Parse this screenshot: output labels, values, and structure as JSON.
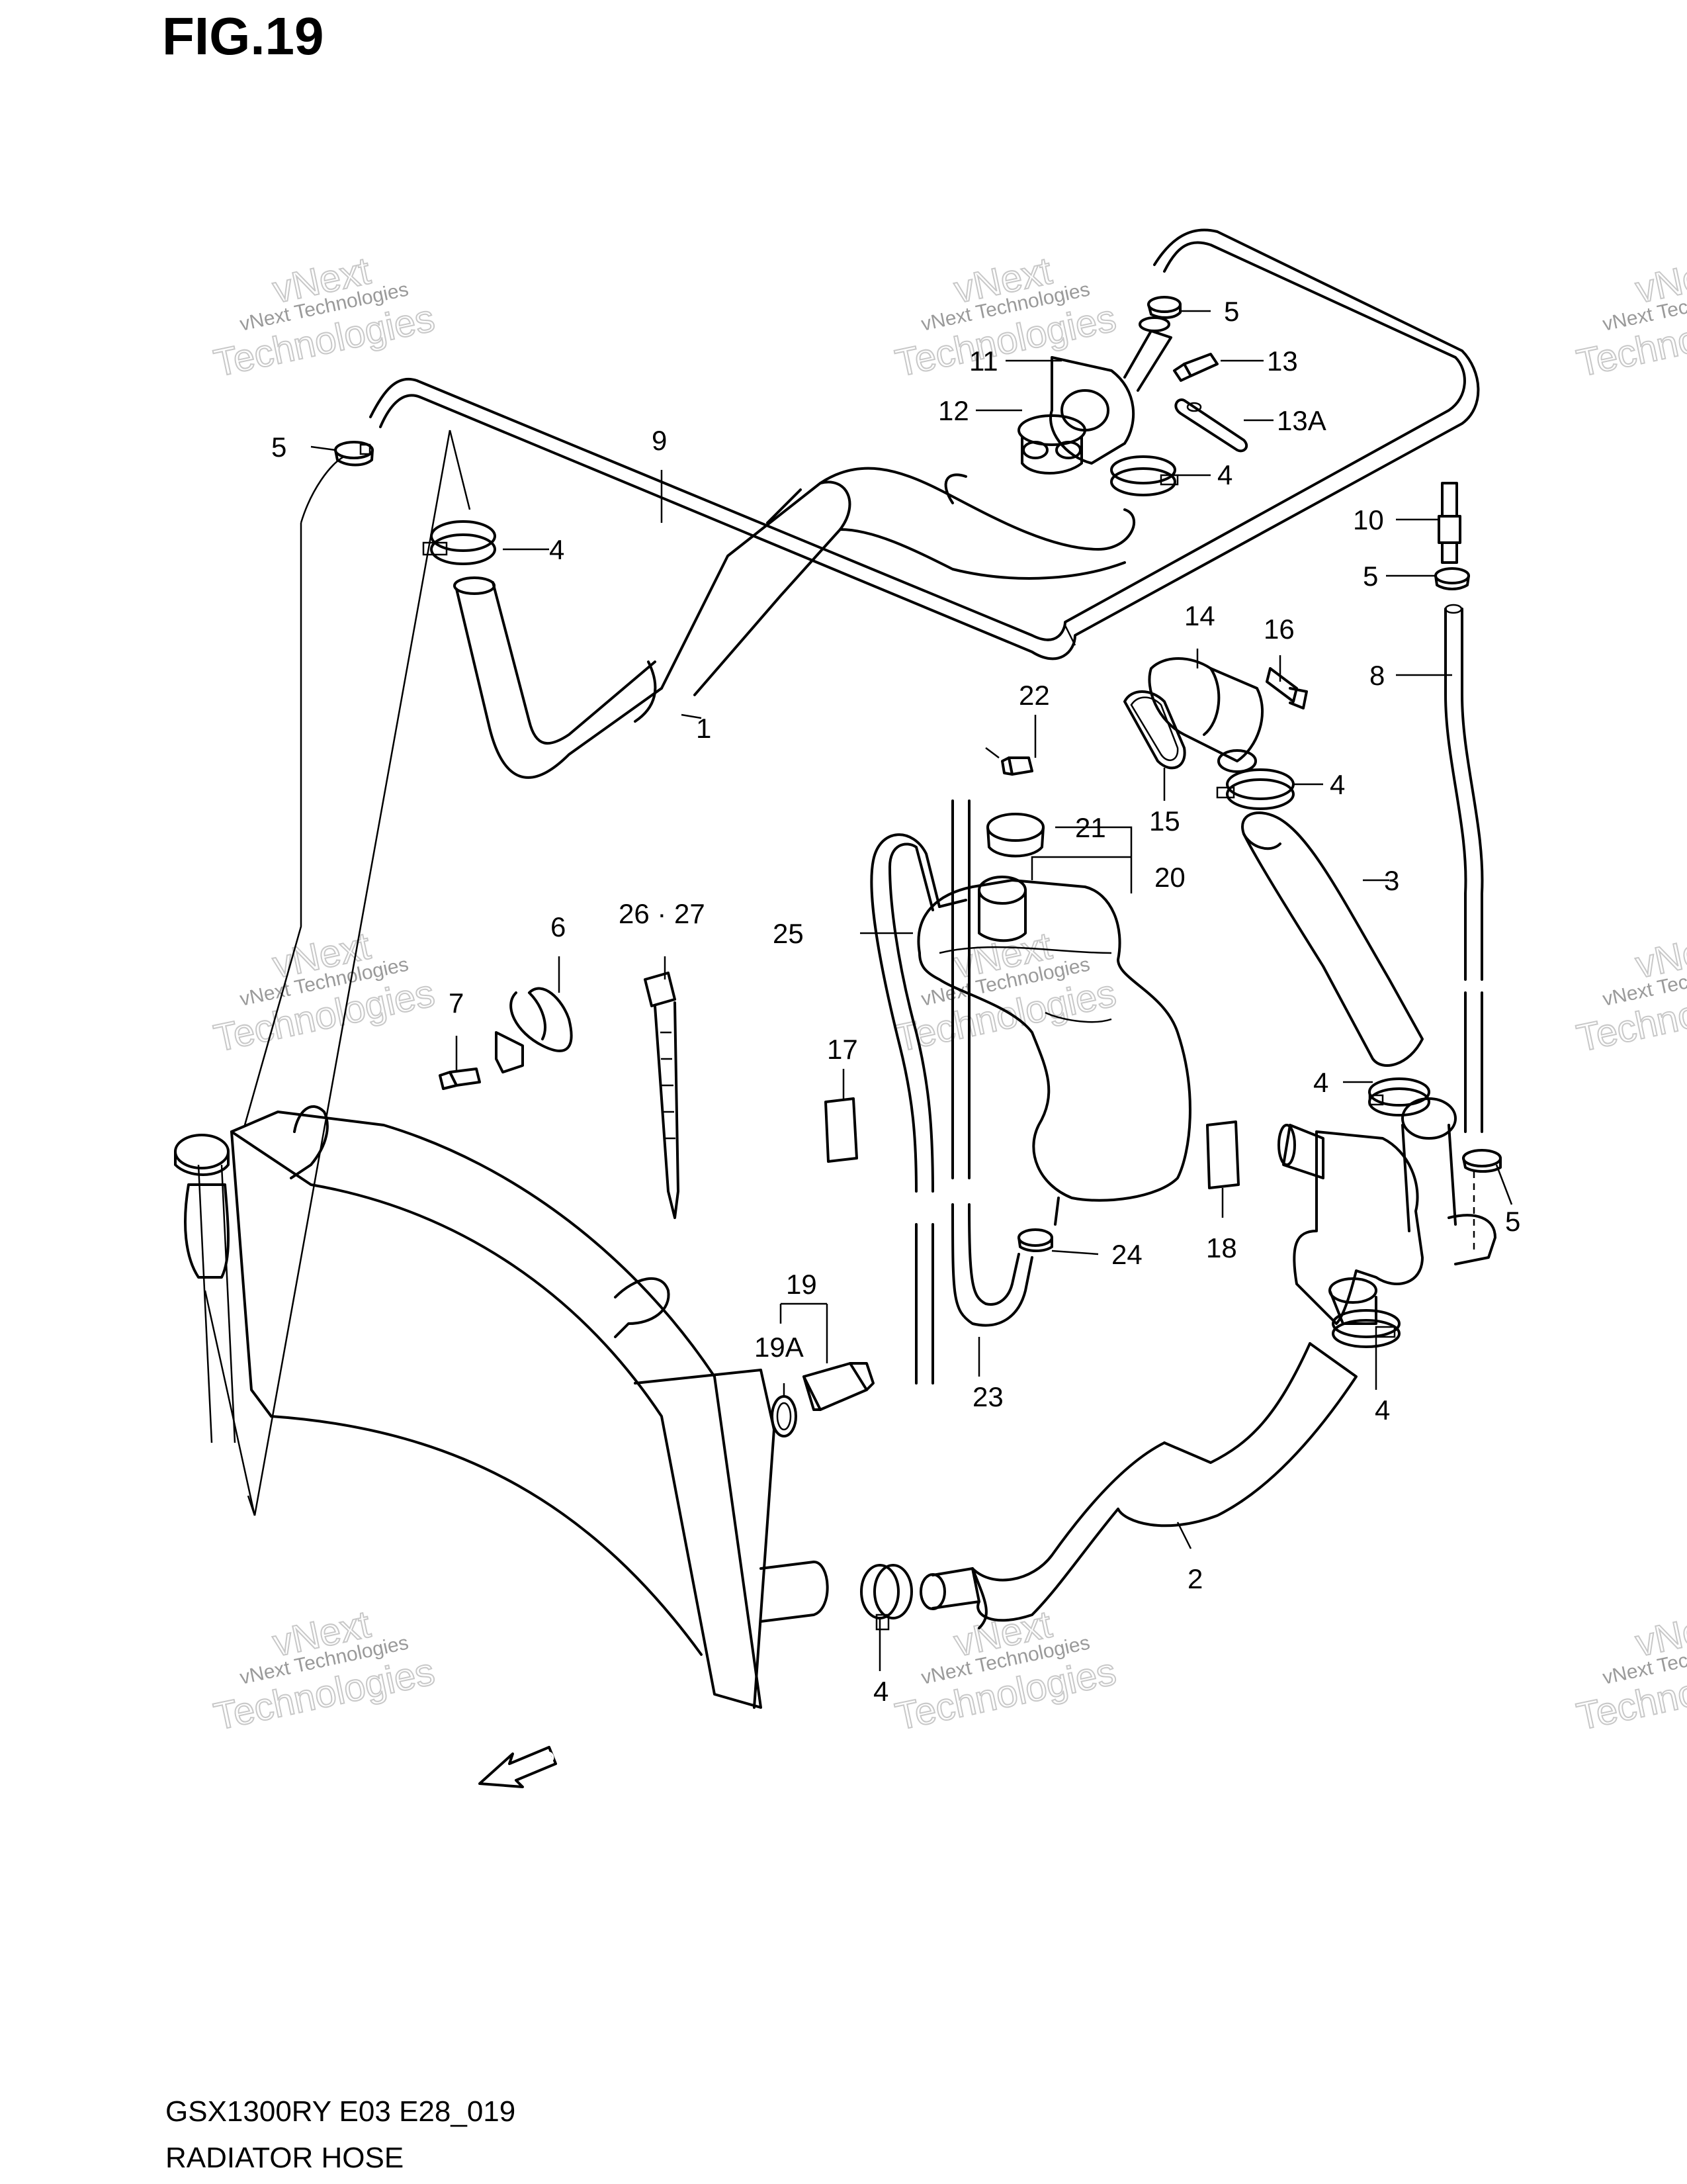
{
  "figure": {
    "title": "FIG.19",
    "model_code": "GSX1300RY E03 E28_019",
    "section_name": "RADIATOR HOSE"
  },
  "watermark": {
    "line1": "vNext Technologies",
    "line2": "vNext",
    "line3": "Technologies"
  },
  "fwd_arrow_label": "FWD",
  "callouts": [
    {
      "id": "c-1",
      "label": "1"
    },
    {
      "id": "c-2",
      "label": "2"
    },
    {
      "id": "c-3",
      "label": "3"
    },
    {
      "id": "c-4a",
      "label": "4"
    },
    {
      "id": "c-4b",
      "label": "4"
    },
    {
      "id": "c-4c",
      "label": "4"
    },
    {
      "id": "c-4d",
      "label": "4"
    },
    {
      "id": "c-4e",
      "label": "4"
    },
    {
      "id": "c-4f",
      "label": "4"
    },
    {
      "id": "c-5a",
      "label": "5"
    },
    {
      "id": "c-5b",
      "label": "5"
    },
    {
      "id": "c-5c",
      "label": "5"
    },
    {
      "id": "c-5d",
      "label": "5"
    },
    {
      "id": "c-6",
      "label": "6"
    },
    {
      "id": "c-7",
      "label": "7"
    },
    {
      "id": "c-8",
      "label": "8"
    },
    {
      "id": "c-9",
      "label": "9"
    },
    {
      "id": "c-10",
      "label": "10"
    },
    {
      "id": "c-11",
      "label": "11"
    },
    {
      "id": "c-12",
      "label": "12"
    },
    {
      "id": "c-13",
      "label": "13"
    },
    {
      "id": "c-13a",
      "label": "13A"
    },
    {
      "id": "c-14",
      "label": "14"
    },
    {
      "id": "c-15",
      "label": "15"
    },
    {
      "id": "c-16",
      "label": "16"
    },
    {
      "id": "c-17",
      "label": "17"
    },
    {
      "id": "c-18",
      "label": "18"
    },
    {
      "id": "c-19",
      "label": "19"
    },
    {
      "id": "c-19a",
      "label": "19A"
    },
    {
      "id": "c-20",
      "label": "20"
    },
    {
      "id": "c-21",
      "label": "21"
    },
    {
      "id": "c-22",
      "label": "22"
    },
    {
      "id": "c-23",
      "label": "23"
    },
    {
      "id": "c-24",
      "label": "24"
    },
    {
      "id": "c-25",
      "label": "25"
    },
    {
      "id": "c-2627",
      "label": "26 · 27"
    }
  ]
}
